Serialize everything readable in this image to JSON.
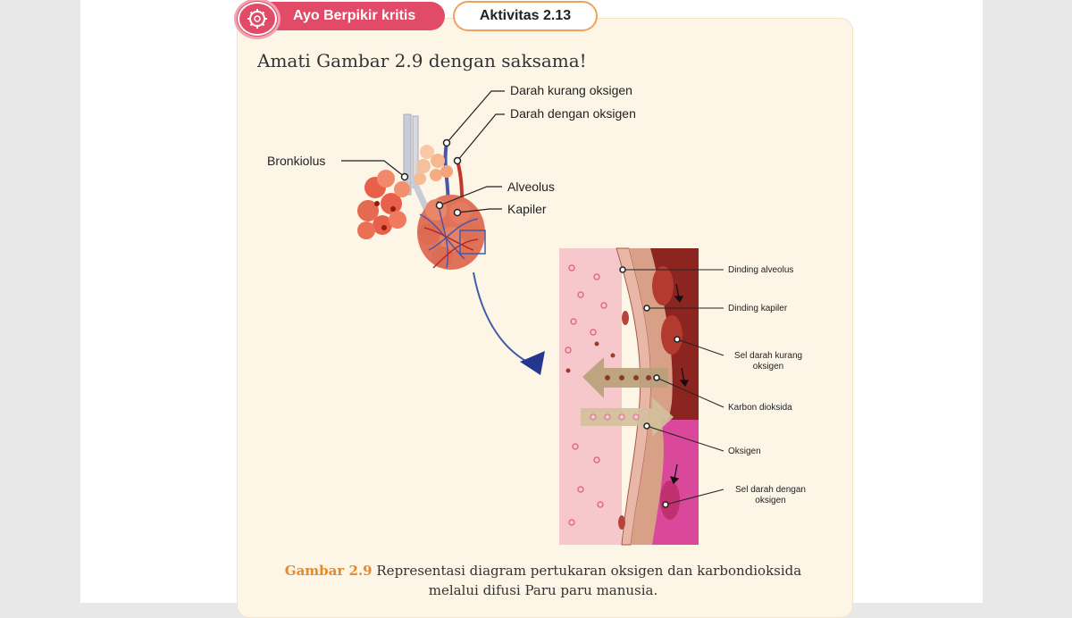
{
  "badge": {
    "label": "Ayo Berpikir kritis",
    "icon": "brain-gear-icon"
  },
  "activity": {
    "label": "Aktivitas 2.13"
  },
  "instruction": "Amati Gambar 2.9 dengan  saksama!",
  "labels_top": {
    "blood_low_o2": "Darah kurang oksigen",
    "blood_o2": "Darah dengan oksigen",
    "bronchiole": "Bronkiolus",
    "alveolus": "Alveolus",
    "capillary": "Kapiler"
  },
  "labels_detail": {
    "alveolar_wall": "Dinding alveolus",
    "capillary_wall": "Dinding kapiler",
    "rbc_low_o2_1": "Sel darah kurang",
    "rbc_low_o2_2": "oksigen",
    "co2": "Karbon dioksida",
    "o2": "Oksigen",
    "rbc_o2_1": "Sel darah dengan",
    "rbc_o2_2": "oksigen"
  },
  "caption": {
    "number": "Gambar 2.9",
    "line1": " Representasi diagram pertukaran oksigen dan karbondioksida",
    "line2": "melalui difusi Paru paru manusia."
  },
  "colors": {
    "badge": "#e14b67",
    "activity_border": "#f0a25a",
    "panel_bg": "#fdf6e7",
    "caption_number": "#e58a2b"
  }
}
